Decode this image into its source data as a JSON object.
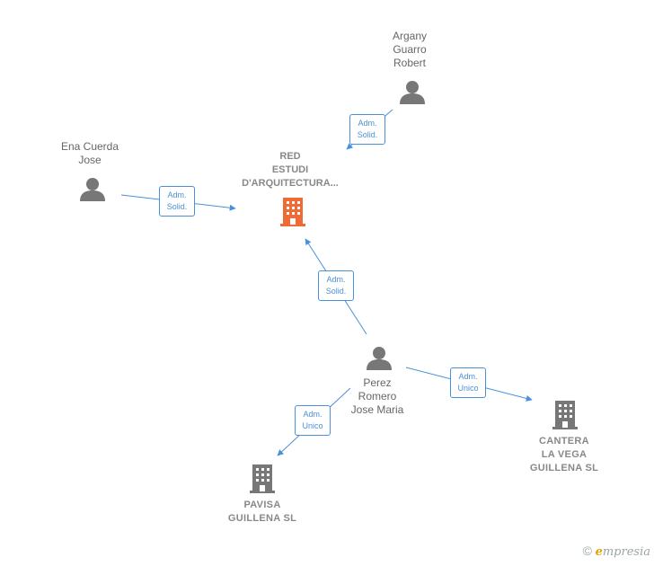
{
  "nodes": {
    "argany": {
      "lines": [
        "Argany",
        "Guarro",
        "Robert"
      ],
      "type": "person"
    },
    "ena": {
      "lines": [
        "Ena Cuerda",
        "Jose"
      ],
      "type": "person"
    },
    "red": {
      "lines": [
        "RED",
        "ESTUDI",
        "D'ARQUITECTURA..."
      ],
      "type": "company-main"
    },
    "perez": {
      "lines": [
        "Perez",
        "Romero",
        "Jose Maria"
      ],
      "type": "person"
    },
    "cantera": {
      "lines": [
        "CANTERA",
        "LA VEGA",
        "GUILLENA SL"
      ],
      "type": "company"
    },
    "pavisa": {
      "lines": [
        "PAVISA",
        "GUILLENA SL"
      ],
      "type": "company"
    }
  },
  "edges": [
    {
      "from": "argany",
      "to": "red",
      "label": [
        "Adm.",
        "Solid."
      ]
    },
    {
      "from": "ena",
      "to": "red",
      "label": [
        "Adm.",
        "Solid."
      ]
    },
    {
      "from": "perez",
      "to": "red",
      "label": [
        "Adm.",
        "Solid."
      ]
    },
    {
      "from": "perez",
      "to": "cantera",
      "label": [
        "Adm.",
        "Unico"
      ]
    },
    {
      "from": "perez",
      "to": "pavisa",
      "label": [
        "Adm.",
        "Unico"
      ]
    }
  ],
  "colors": {
    "edge": "#4a90d9",
    "person_icon": "#777777",
    "company_icon": "#777777",
    "main_company_icon": "#f06a35"
  },
  "footer": {
    "copyright_symbol": "©",
    "brand_initial": "e",
    "brand_rest": "mpresia"
  }
}
